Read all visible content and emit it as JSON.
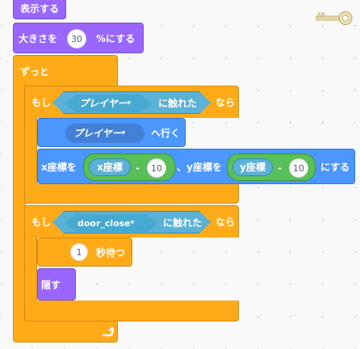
{
  "blocks": {
    "show": "表示する",
    "size": {
      "prefix": "大きさを",
      "value": "30",
      "suffix": "%にする"
    },
    "forever": "ずっと",
    "if1": {
      "if": "もし",
      "sprite": "プレイヤー",
      "touching": "に触れた",
      "then": "なら"
    },
    "goto": {
      "sprite": "プレイヤー",
      "label": "へ行く"
    },
    "gotoxy": {
      "x_prefix": "x座標を",
      "x_rep": "x座標",
      "minus1": "-",
      "x_val": "10",
      "sep": "、y座標を",
      "y_rep": "y座標",
      "minus2": "-",
      "y_val": "10",
      "suffix": "にする"
    },
    "if2": {
      "if": "もし",
      "sprite": "door_close",
      "touching": "に触れた",
      "then": "なら"
    },
    "wait": {
      "value": "1",
      "label": "秒待つ"
    },
    "hide": "隠す"
  },
  "icons": {
    "loop_arrow": "loop-arrow-icon",
    "key": "key-icon"
  },
  "colors": {
    "looks": "#9966ff",
    "control": "#ffab19",
    "motion": "#4c97ff",
    "sensing": "#5cb1d6",
    "operators": "#59c059"
  }
}
